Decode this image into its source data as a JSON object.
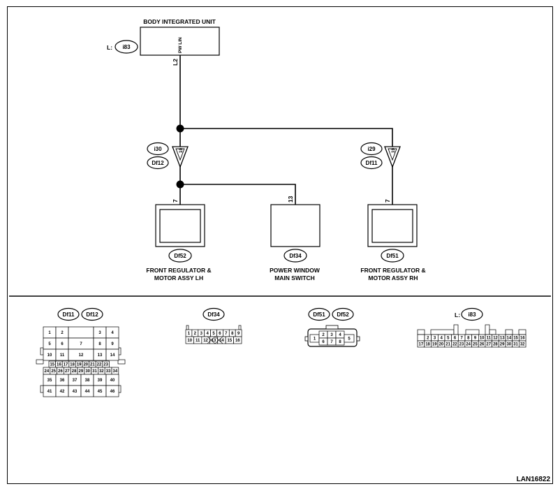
{
  "bcm": {
    "name": "BODY INTEGRATED UNIT",
    "terminal": "PW LIN",
    "prefix": "L:",
    "connector": "i83",
    "pin": "L2"
  },
  "splices": [
    {
      "top": "i30",
      "bottom": "Df12",
      "pin": "19"
    },
    {
      "top": "i29",
      "bottom": "Df11",
      "pin": "19"
    }
  ],
  "loads": [
    {
      "pin": "7",
      "connector": "Df52",
      "name1": "FRONT REGULATOR &",
      "name2": "MOTOR ASSY LH"
    },
    {
      "pin": "13",
      "connector": "Df34",
      "name1": "POWER WINDOW",
      "name2": "MAIN SWITCH"
    },
    {
      "pin": "7",
      "connector": "Df51",
      "name1": "FRONT REGULATOR &",
      "name2": "MOTOR ASSY RH"
    }
  ],
  "connectors": {
    "df11_df12": {
      "labels": [
        "Df11",
        "Df12"
      ],
      "row1": [
        "1",
        "2",
        "",
        "3",
        "4"
      ],
      "row2": [
        "5",
        "6",
        "7",
        "8",
        "9"
      ],
      "row3": [
        "10",
        "11",
        "12",
        "13",
        "14"
      ],
      "row4": [
        "15",
        "16",
        "17",
        "18",
        "19",
        "20",
        "21",
        "22",
        "23"
      ],
      "row5": [
        "24",
        "25",
        "26",
        "27",
        "28",
        "29",
        "30",
        "31",
        "32",
        "33",
        "34"
      ],
      "row6": [
        "35",
        "36",
        "37",
        "38",
        "39",
        "40"
      ],
      "row7": [
        "41",
        "42",
        "43",
        "44",
        "45",
        "46"
      ]
    },
    "df34": {
      "label": "Df34",
      "top": [
        "1",
        "2",
        "3",
        "4",
        "5",
        "6",
        "7",
        "8",
        "9"
      ],
      "bottom": [
        "10",
        "11",
        "12",
        "13",
        "14",
        "15",
        "16"
      ]
    },
    "df51_df52": {
      "labels": [
        "Df51",
        "Df52"
      ],
      "left": "1",
      "top": [
        "2",
        "3",
        "4"
      ],
      "bottom": [
        "6",
        "7",
        "8"
      ],
      "right": "5"
    },
    "i83": {
      "prefix": "L:",
      "label": "i83",
      "top": [
        "2",
        "3",
        "4",
        "5",
        "6",
        "7",
        "8",
        "9",
        "10",
        "11",
        "12",
        "13",
        "14",
        "15",
        "16"
      ],
      "bottom": [
        "17",
        "18",
        "19",
        "20",
        "21",
        "22",
        "23",
        "24",
        "25",
        "26",
        "27",
        "28",
        "29",
        "30",
        "31",
        "32"
      ]
    }
  },
  "figure_id": "LAN16822"
}
